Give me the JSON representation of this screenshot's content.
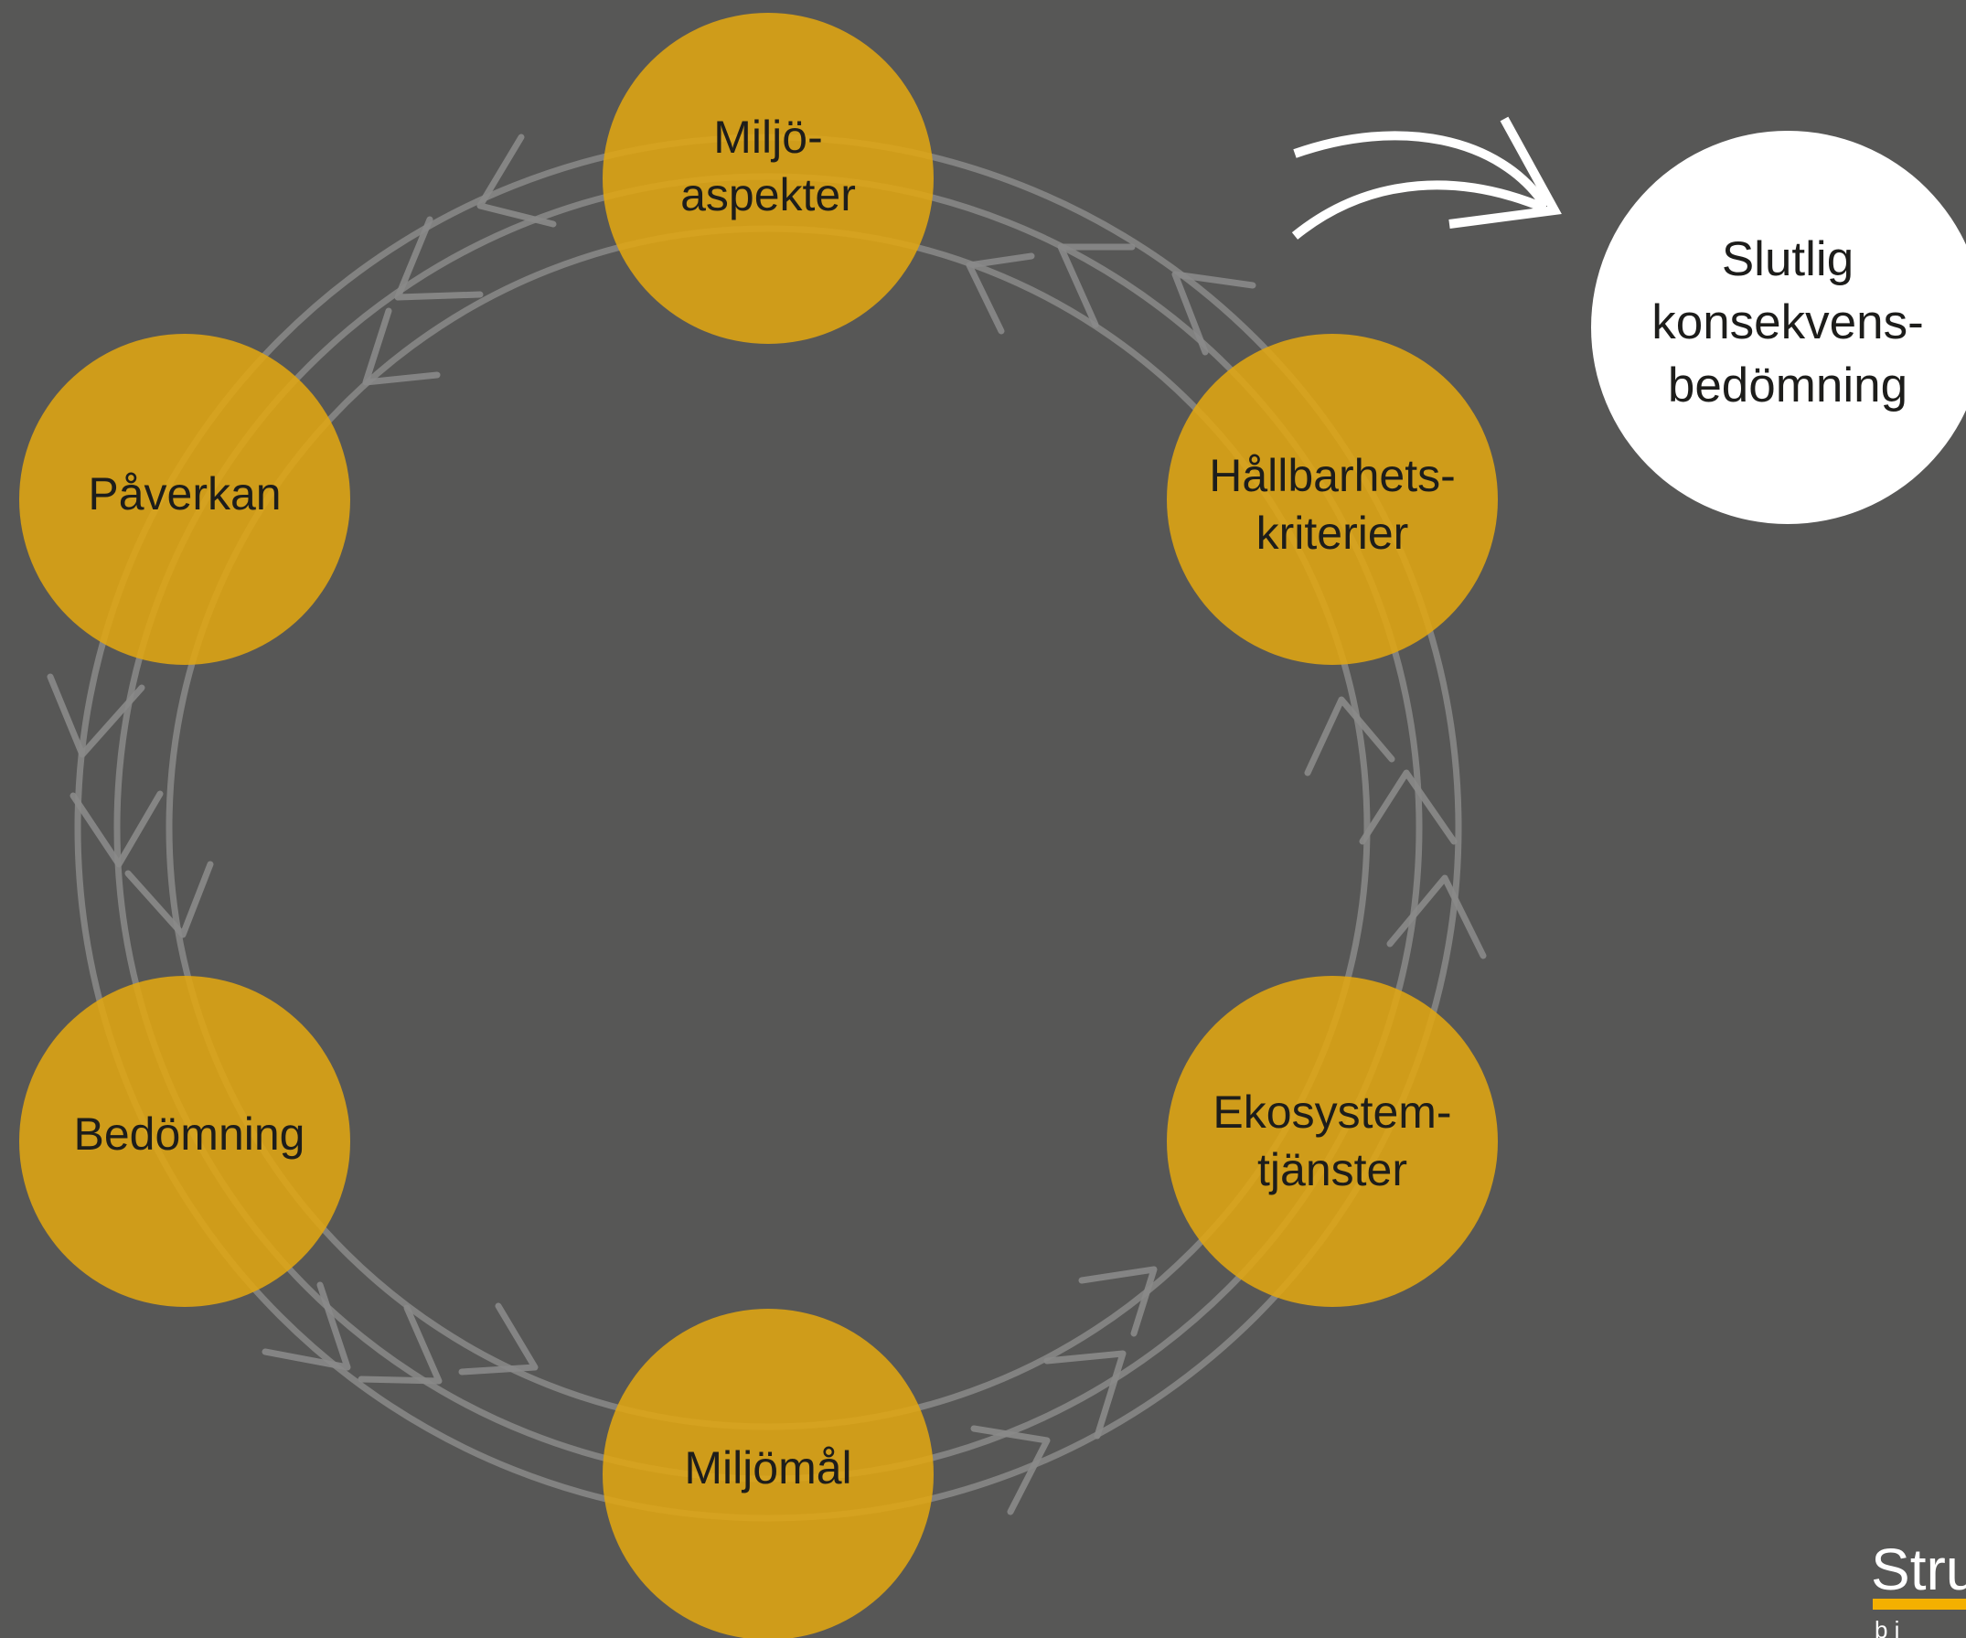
{
  "diagram": {
    "nodes": [
      {
        "id": "miljoaspekter",
        "lines": [
          "Miljö-",
          "aspekter"
        ]
      },
      {
        "id": "hallbarhetskriterier",
        "lines": [
          "Hållbarhets-",
          "kriterier"
        ]
      },
      {
        "id": "ekosystemtjanster",
        "lines": [
          "Ekosystem-",
          "tjänster"
        ]
      },
      {
        "id": "miljomal",
        "lines": [
          "Miljömål"
        ]
      },
      {
        "id": "bedomning",
        "lines": [
          "Bedömning"
        ]
      },
      {
        "id": "paverkan",
        "lines": [
          "Påverkan"
        ]
      }
    ],
    "final": {
      "lines": [
        "Slutlig",
        "konsekvens-",
        "bedömning"
      ]
    },
    "logo": {
      "text": "Stru",
      "subtext": "b i"
    }
  },
  "colors": {
    "background": "#575756",
    "node_fill": "#e3a810",
    "final_fill": "#ffffff",
    "cycle_stroke": "#8a8a89",
    "arrow_stroke": "#ffffff",
    "text": "#1d1d1b",
    "logo_accent": "#f4b000"
  }
}
